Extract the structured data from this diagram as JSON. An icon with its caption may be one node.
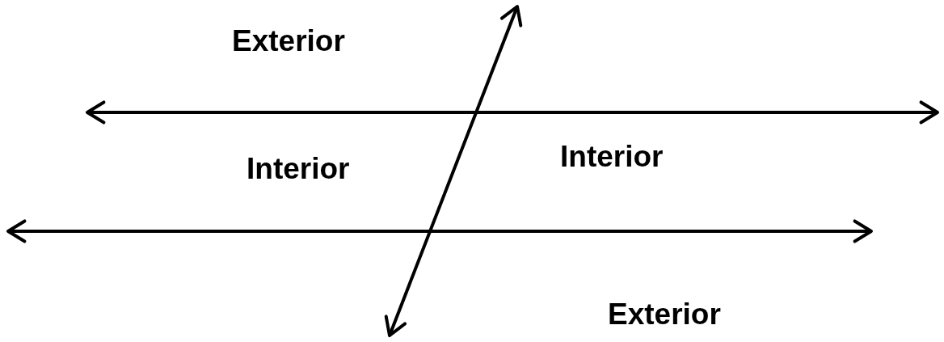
{
  "diagram": {
    "labels": [
      "Exterior",
      "Interior",
      "Interior",
      "Exterior"
    ]
  }
}
